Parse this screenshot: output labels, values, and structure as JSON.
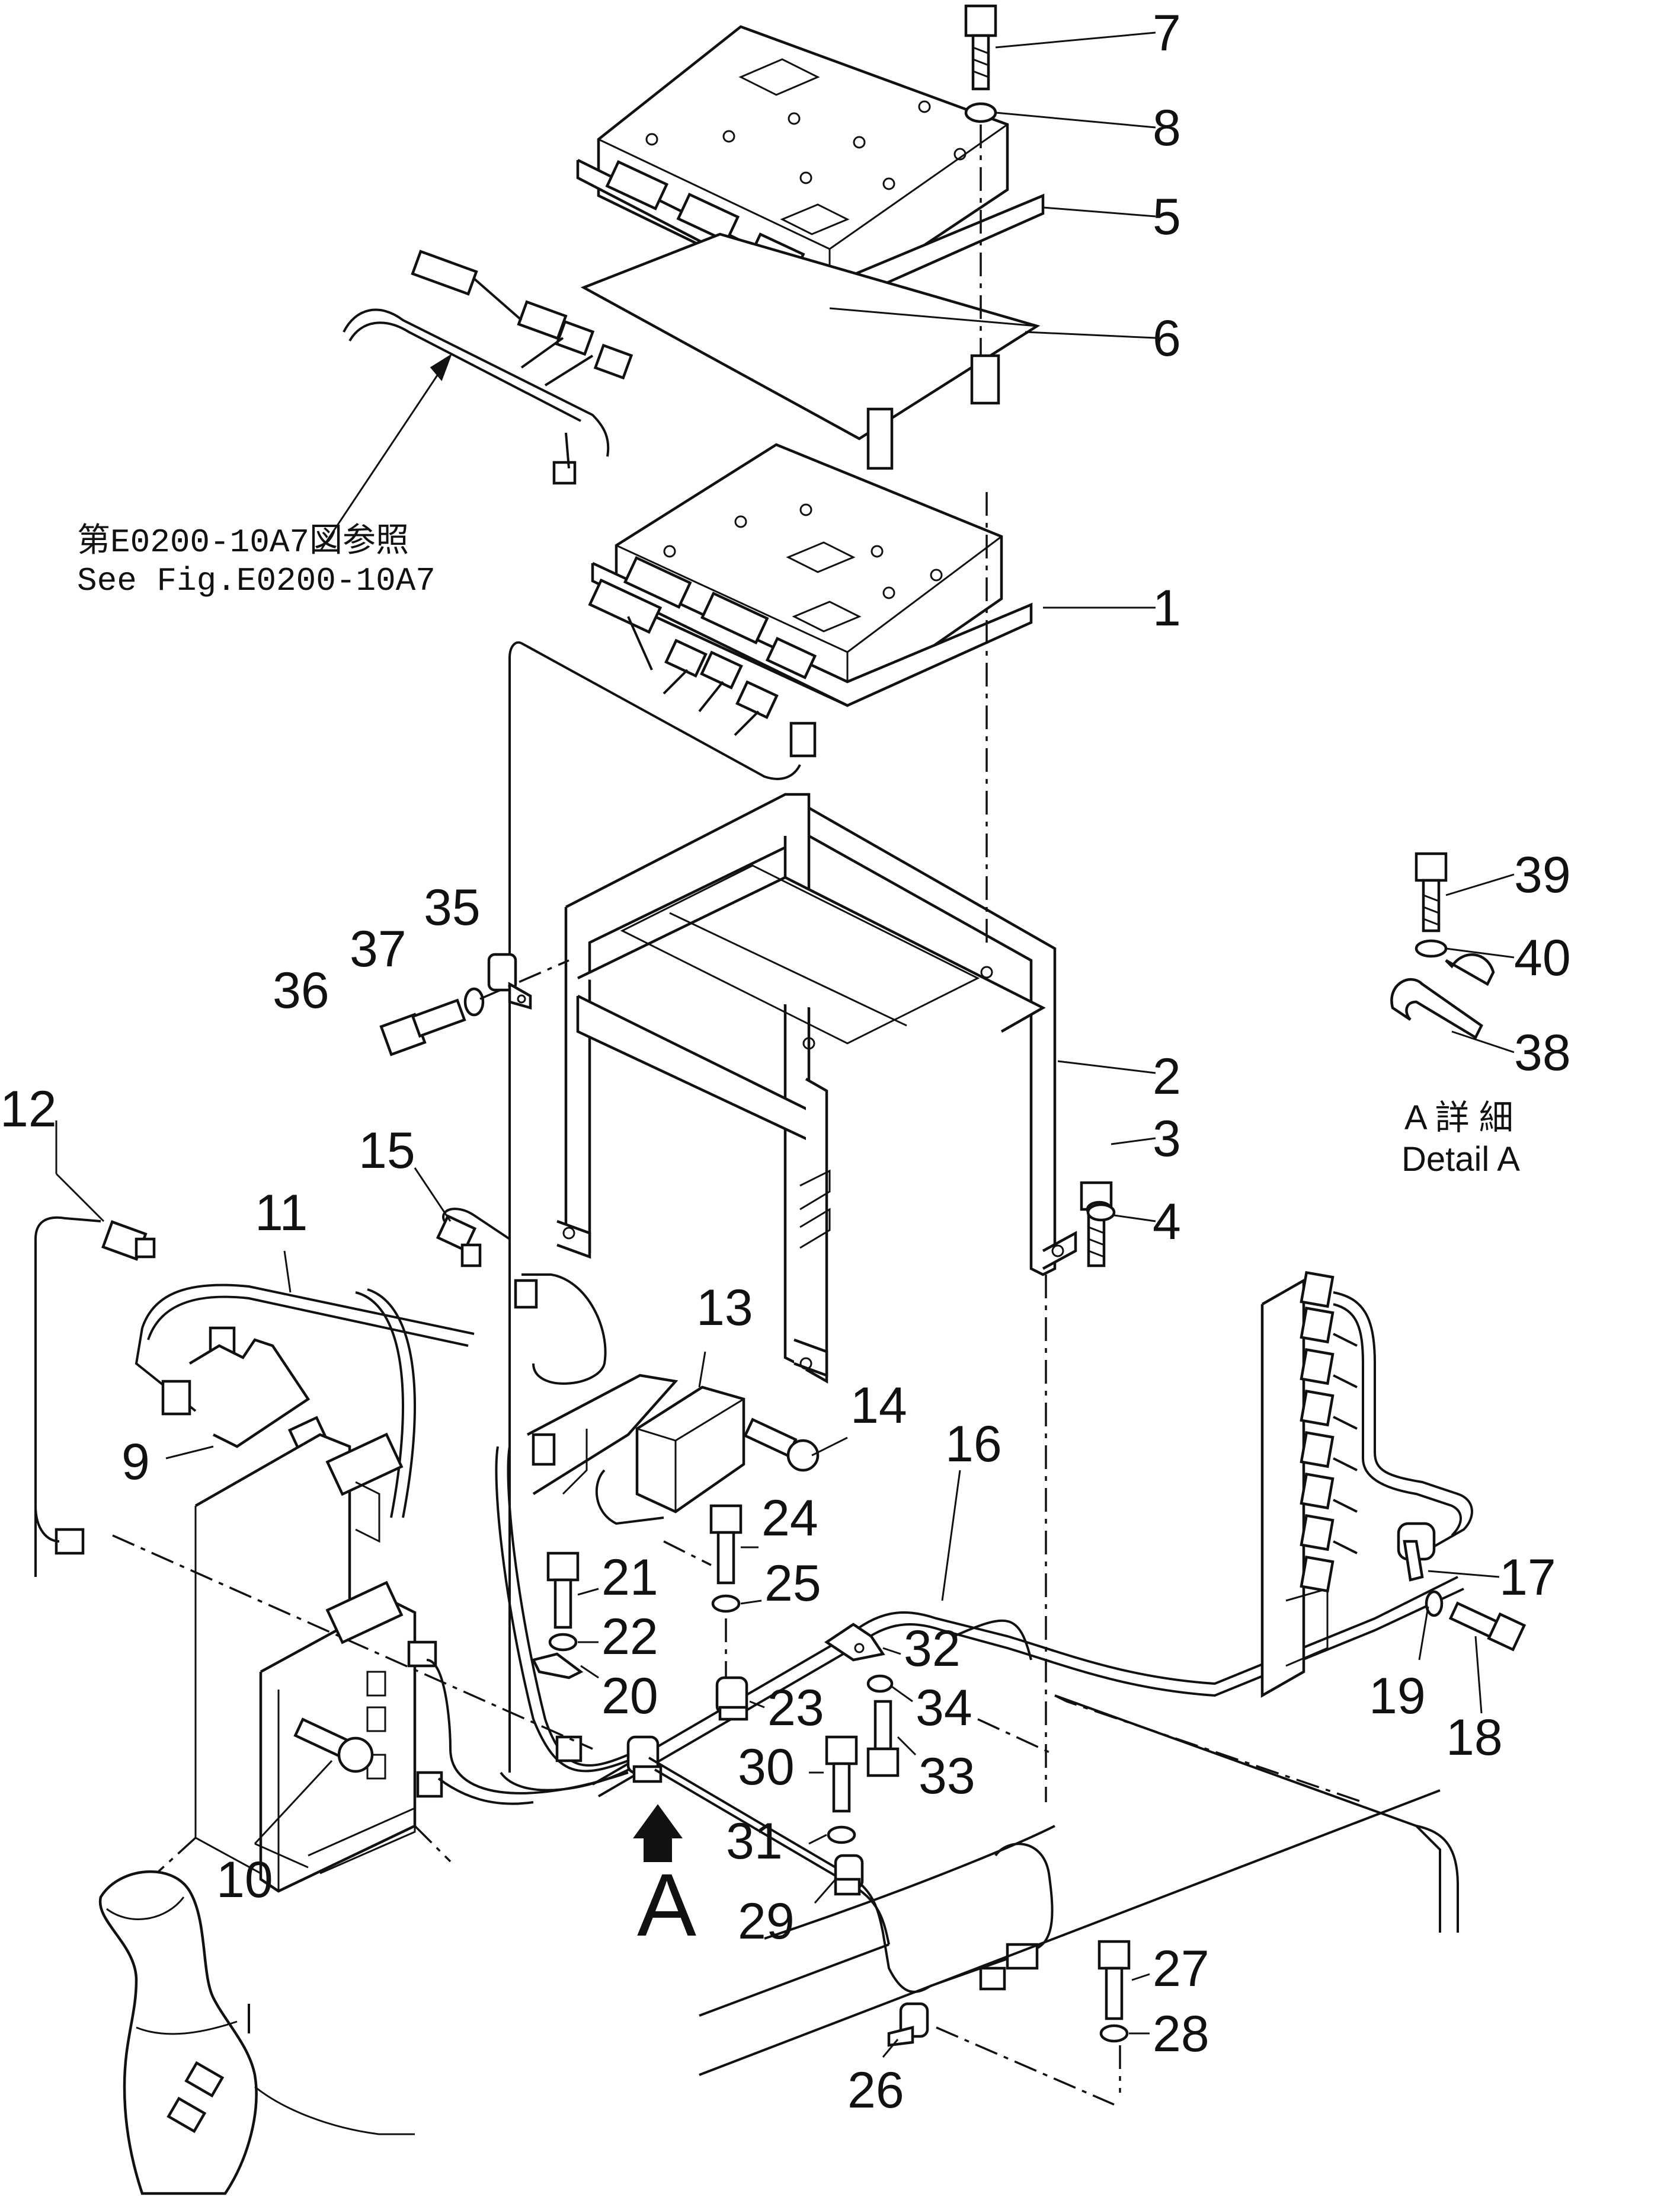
{
  "callouts": {
    "c1": "1",
    "c2": "2",
    "c3": "3",
    "c4": "4",
    "c5": "5",
    "c6": "6",
    "c7": "7",
    "c8": "8",
    "c9": "9",
    "c10": "10",
    "c11": "11",
    "c12": "12",
    "c13": "13",
    "c14": "14",
    "c15": "15",
    "c16": "16",
    "c17": "17",
    "c18": "18",
    "c19": "19",
    "c20": "20",
    "c21": "21",
    "c22": "22",
    "c23": "23",
    "c24": "24",
    "c25": "25",
    "c26": "26",
    "c27": "27",
    "c28": "28",
    "c29": "29",
    "c30": "30",
    "c31": "31",
    "c32": "32",
    "c33": "33",
    "c34": "34",
    "c35": "35",
    "c36": "36",
    "c37": "37",
    "c38": "38",
    "c39": "39",
    "c40": "40"
  },
  "reference_note": {
    "japanese": "第E0200-10A7図参照",
    "english": "See Fig.E0200-10A7"
  },
  "view_marker": "A",
  "detail_label": {
    "japanese": "A 詳 細",
    "english": "Detail A"
  }
}
